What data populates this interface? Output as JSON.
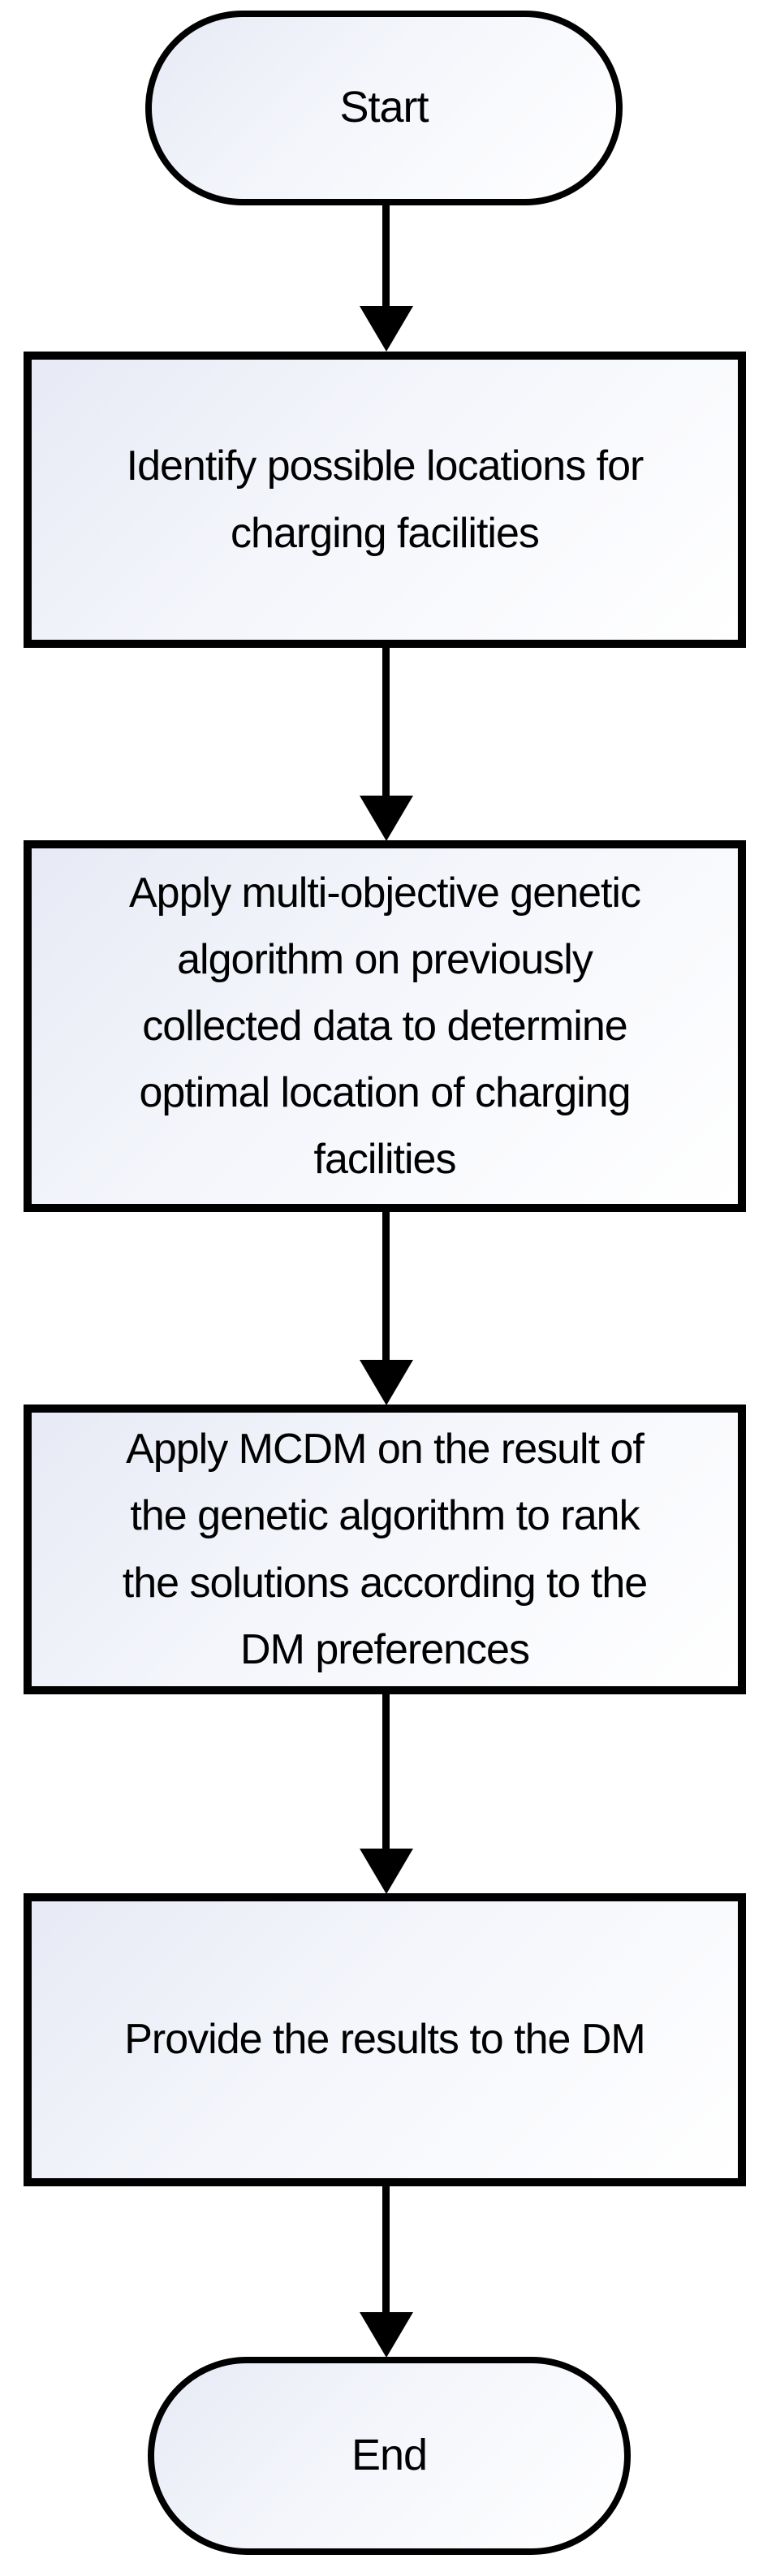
{
  "flowchart": {
    "nodes": [
      {
        "id": "start",
        "type": "terminator",
        "label": "Start"
      },
      {
        "id": "identify",
        "type": "process",
        "label": "Identify possible locations for\ncharging facilities"
      },
      {
        "id": "ga",
        "type": "process",
        "label": "Apply multi-objective genetic\nalgorithm on previously\ncollected data to determine\noptimal location of charging\nfacilities"
      },
      {
        "id": "mcdm",
        "type": "process",
        "label": "Apply MCDM on the result of\nthe genetic algorithm to rank\nthe solutions according to the\nDM preferences"
      },
      {
        "id": "provide",
        "type": "process",
        "label": "Provide the results to the DM"
      },
      {
        "id": "end",
        "type": "terminator",
        "label": "End"
      }
    ],
    "edges": [
      {
        "from": "start",
        "to": "identify"
      },
      {
        "from": "identify",
        "to": "ga"
      },
      {
        "from": "ga",
        "to": "mcdm"
      },
      {
        "from": "mcdm",
        "to": "provide"
      },
      {
        "from": "provide",
        "to": "end"
      }
    ],
    "colors": {
      "node_border": "#000000",
      "node_fill_gradient_start": "#e7eaf5",
      "node_fill_gradient_end": "#ffffff",
      "connector": "#000000",
      "text": "#000000",
      "background": "#ffffff"
    }
  }
}
